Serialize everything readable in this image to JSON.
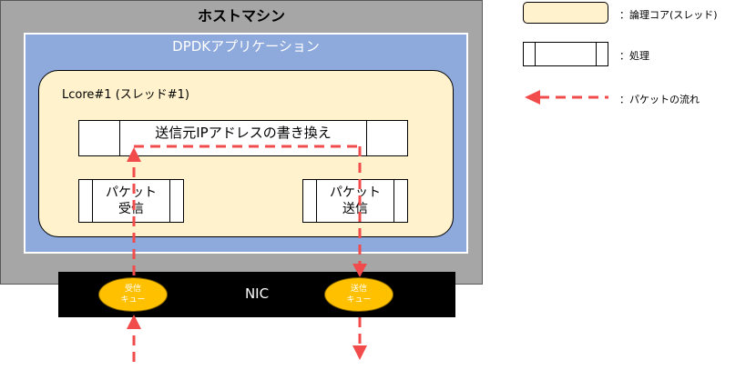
{
  "host": {
    "title": "ホストマシン"
  },
  "app": {
    "title": "DPDKアプリケーション"
  },
  "lcore": {
    "title": "Lcore#1 (スレッド#1)"
  },
  "processes": {
    "rewrite": "送信元IPアドレスの書き換え",
    "rx_line1": "パケット",
    "rx_line2": "受信",
    "tx_line1": "パケット",
    "tx_line2": "送信"
  },
  "nic": {
    "label": "NIC",
    "rx_queue_line1": "受信",
    "rx_queue_line2": "キュー",
    "tx_queue_line1": "送信",
    "tx_queue_line2": "キュー"
  },
  "legend": {
    "core": "：論理コア(スレッド)",
    "process": "：処理",
    "flow": "：パケットの流れ"
  },
  "colors": {
    "host": "#a6a6a6",
    "app": "#8ea9db",
    "lcore": "#fff2cc",
    "queue": "#ffc000",
    "flow": "#f24b4b"
  }
}
